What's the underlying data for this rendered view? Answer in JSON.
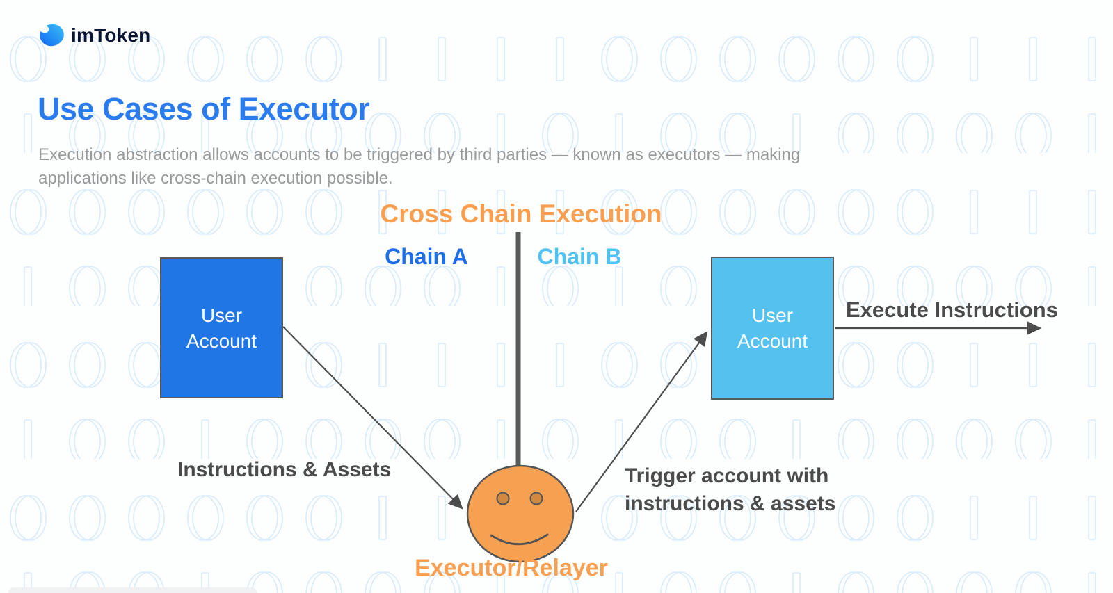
{
  "page": {
    "logo_text": "imToken",
    "title": "Use Cases of Executor",
    "subtitle_line1": "Execution abstraction allows accounts to be triggered by third parties — known as executors — making",
    "subtitle_line2": "applications like cross-chain execution possible."
  },
  "diagram": {
    "heading": "Cross Chain Execution",
    "chain_a": "Chain A",
    "chain_b": "Chain B",
    "left_box": "User Account",
    "right_box": "User Account",
    "executor": "Executor/Relayer",
    "label_instructions_assets": "Instructions & Assets",
    "label_trigger_line1": "Trigger account with",
    "label_trigger_line2": "instructions & assets",
    "label_execute": "Execute Instructions"
  },
  "colors": {
    "title_blue": "#2A7BEE",
    "logo_navy": "#0A1533",
    "subtitle_gray": "#97999B",
    "heading_orange": "#F99F4F",
    "chain_a_blue": "#1D6FE8",
    "chain_b_blue": "#4EC1F5",
    "left_box_fill": "#2176E5",
    "right_box_fill": "#55C1EF",
    "box_border": "#58595B",
    "face_fill": "#F6A051",
    "eye_fill": "#D2893F",
    "line_dark": "#4D4D4D",
    "label_dark": "#4B4B4B",
    "pattern_blue": "#D8EBFC"
  }
}
